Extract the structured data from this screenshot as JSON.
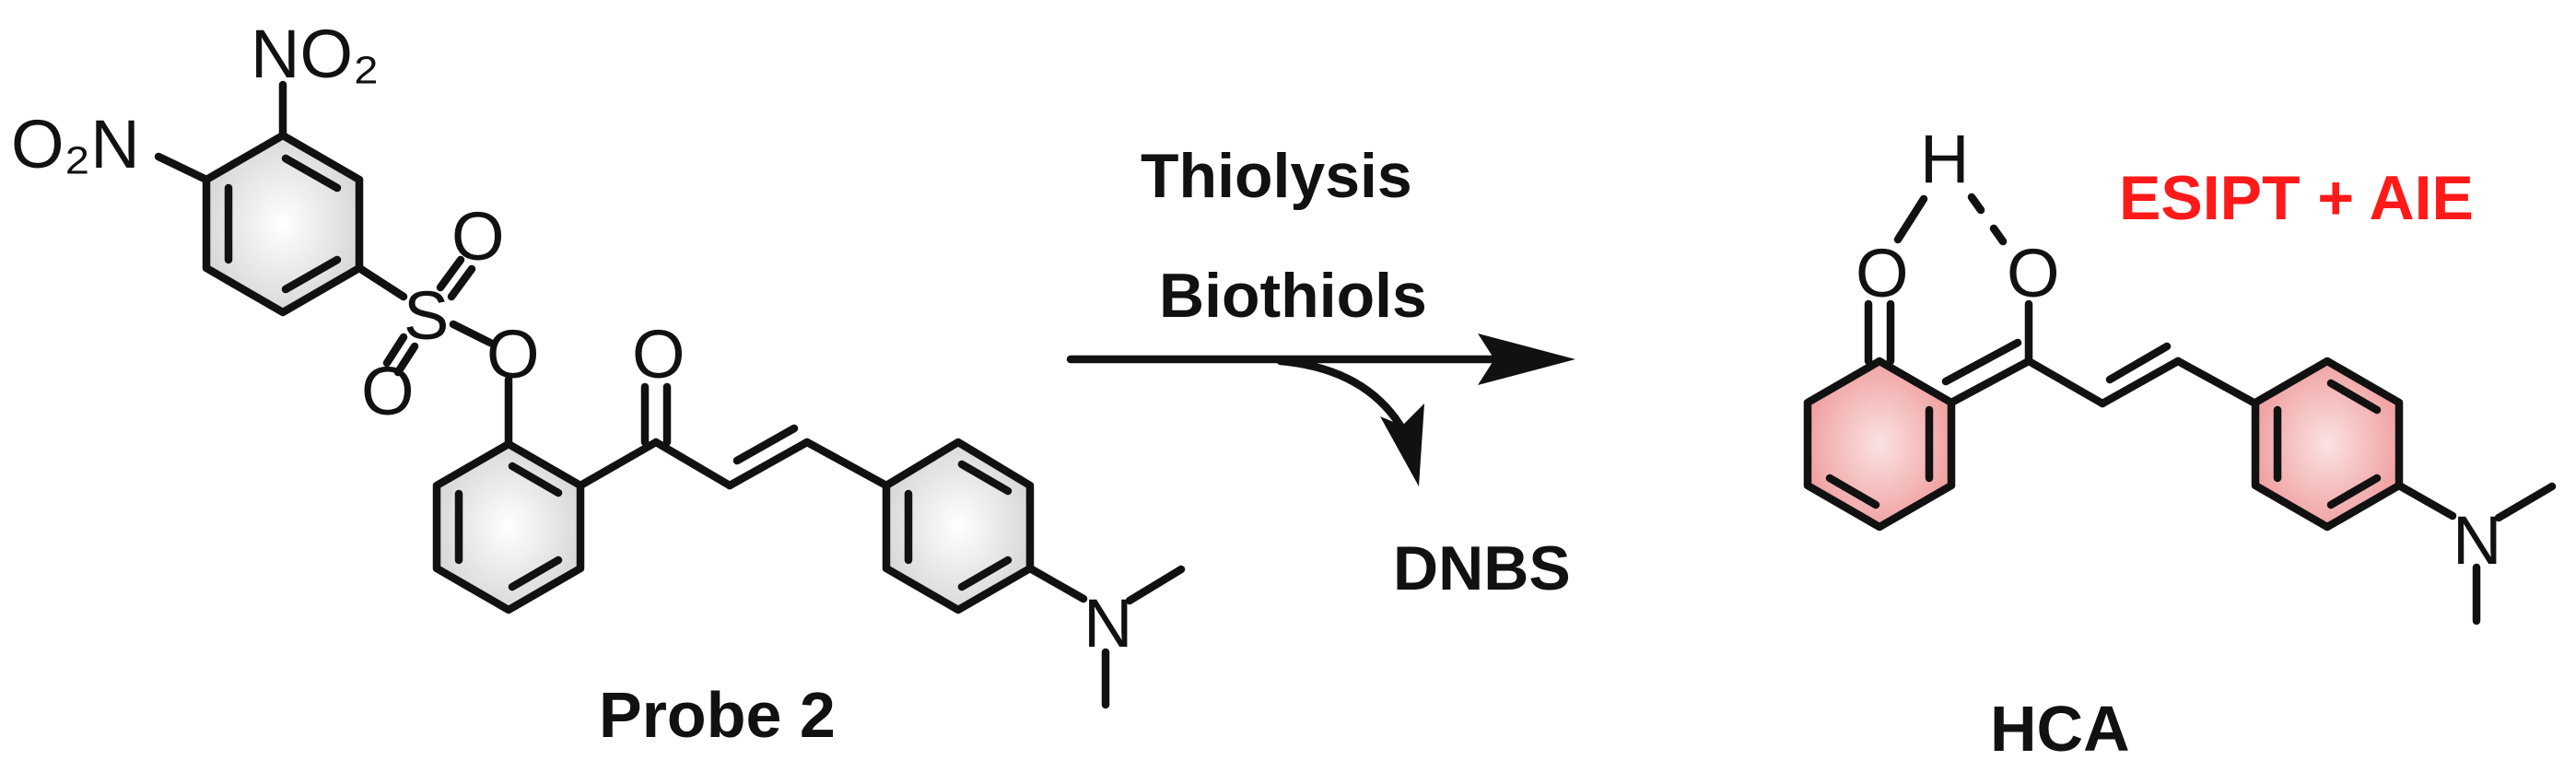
{
  "reactant": {
    "label": "Probe 2",
    "nitro_top": "NO₂",
    "nitro_left": "O₂N",
    "sulfur": "S",
    "oxygen": "O",
    "nitrogen": "N"
  },
  "reaction": {
    "condition_1": "Thiolysis",
    "condition_2": "Biothiols",
    "byproduct": "DNBS"
  },
  "product": {
    "label": "HCA",
    "hydrogen": "H",
    "oxygen": "O",
    "nitrogen": "N",
    "highlight": "ESIPT + AIE",
    "highlight_color": "#ff1a1a",
    "ring_fill_color": "#f0a3a3"
  },
  "reactant_ring_fill_color": "#d9d9d9"
}
